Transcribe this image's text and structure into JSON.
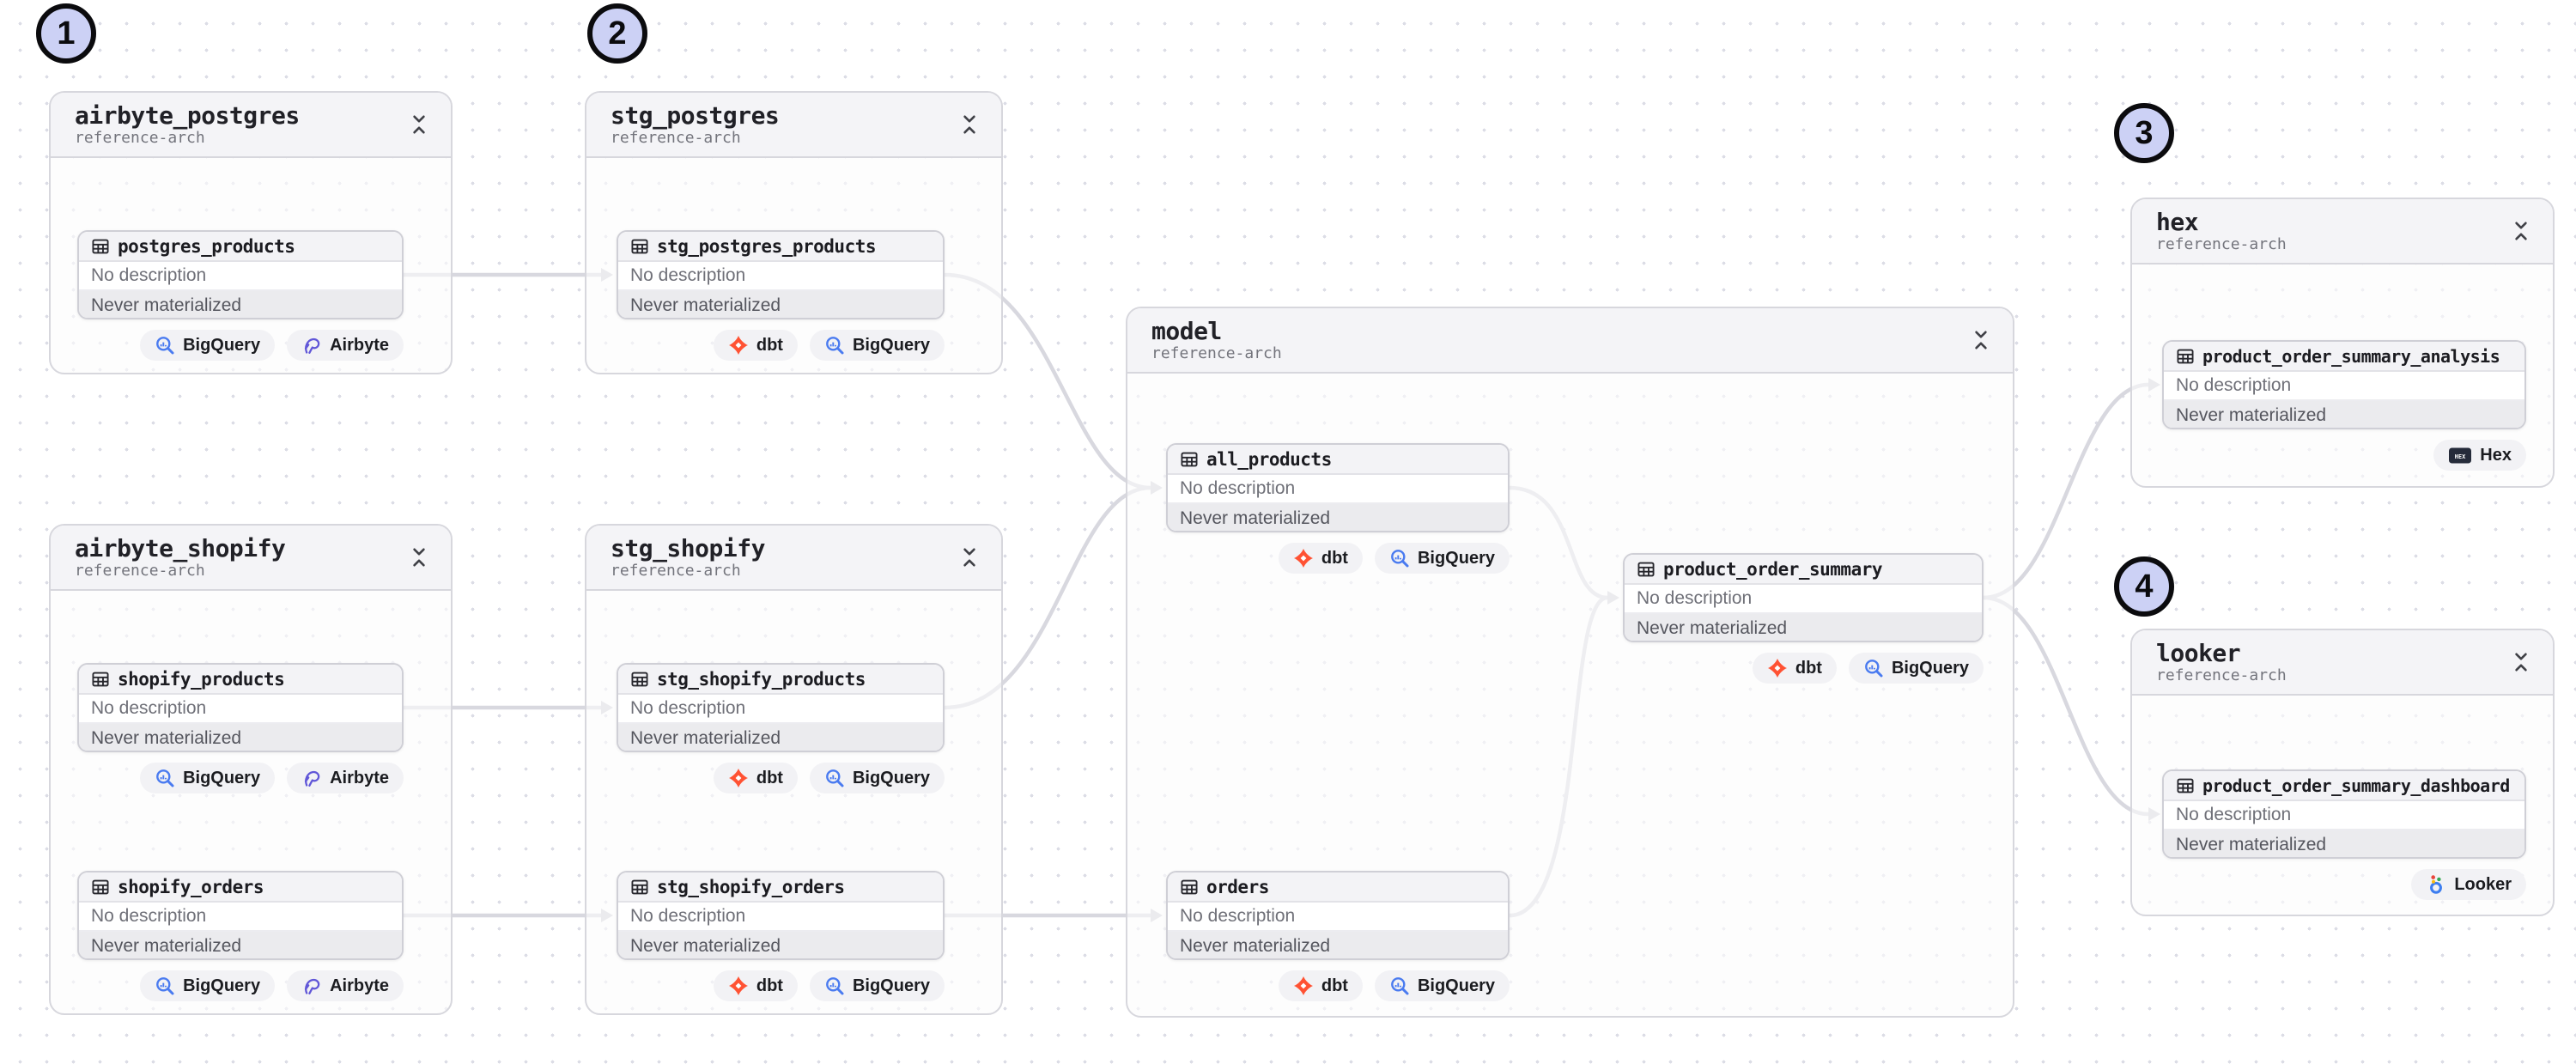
{
  "markers": [
    {
      "label": "1"
    },
    {
      "label": "2"
    },
    {
      "label": "3"
    },
    {
      "label": "4"
    }
  ],
  "groups": [
    {
      "title": "airbyte_postgres",
      "subtitle": "reference-arch",
      "assets": [
        {
          "name": "postgres_products",
          "description": "No description",
          "status": "Never materialized",
          "badges": [
            {
              "label": "BigQuery"
            },
            {
              "label": "Airbyte"
            }
          ]
        }
      ]
    },
    {
      "title": "stg_postgres",
      "subtitle": "reference-arch",
      "assets": [
        {
          "name": "stg_postgres_products",
          "description": "No description",
          "status": "Never materialized",
          "badges": [
            {
              "label": "dbt"
            },
            {
              "label": "BigQuery"
            }
          ]
        }
      ]
    },
    {
      "title": "airbyte_shopify",
      "subtitle": "reference-arch",
      "assets": [
        {
          "name": "shopify_products",
          "description": "No description",
          "status": "Never materialized",
          "badges": [
            {
              "label": "BigQuery"
            },
            {
              "label": "Airbyte"
            }
          ]
        },
        {
          "name": "shopify_orders",
          "description": "No description",
          "status": "Never materialized",
          "badges": [
            {
              "label": "BigQuery"
            },
            {
              "label": "Airbyte"
            }
          ]
        }
      ]
    },
    {
      "title": "stg_shopify",
      "subtitle": "reference-arch",
      "assets": [
        {
          "name": "stg_shopify_products",
          "description": "No description",
          "status": "Never materialized",
          "badges": [
            {
              "label": "dbt"
            },
            {
              "label": "BigQuery"
            }
          ]
        },
        {
          "name": "stg_shopify_orders",
          "description": "No description",
          "status": "Never materialized",
          "badges": [
            {
              "label": "dbt"
            },
            {
              "label": "BigQuery"
            }
          ]
        }
      ]
    },
    {
      "title": "model",
      "subtitle": "reference-arch",
      "assets": [
        {
          "name": "all_products",
          "description": "No description",
          "status": "Never materialized",
          "badges": [
            {
              "label": "dbt"
            },
            {
              "label": "BigQuery"
            }
          ]
        },
        {
          "name": "orders",
          "description": "No description",
          "status": "Never materialized",
          "badges": [
            {
              "label": "dbt"
            },
            {
              "label": "BigQuery"
            }
          ]
        },
        {
          "name": "product_order_summary",
          "description": "No description",
          "status": "Never materialized",
          "badges": [
            {
              "label": "dbt"
            },
            {
              "label": "BigQuery"
            }
          ]
        }
      ]
    },
    {
      "title": "hex",
      "subtitle": "reference-arch",
      "assets": [
        {
          "name": "product_order_summary_analysis",
          "description": "No description",
          "status": "Never materialized",
          "badges": [
            {
              "label": "Hex"
            }
          ]
        }
      ]
    },
    {
      "title": "looker",
      "subtitle": "reference-arch",
      "assets": [
        {
          "name": "product_order_summary_dashboard",
          "description": "No description",
          "status": "Never materialized",
          "badges": [
            {
              "label": "Looker"
            }
          ]
        }
      ]
    }
  ],
  "edges": [
    {
      "from": "postgres_products",
      "to": "stg_postgres_products"
    },
    {
      "from": "shopify_products",
      "to": "stg_shopify_products"
    },
    {
      "from": "shopify_orders",
      "to": "stg_shopify_orders"
    },
    {
      "from": "stg_postgres_products",
      "to": "all_products"
    },
    {
      "from": "stg_shopify_products",
      "to": "all_products"
    },
    {
      "from": "stg_shopify_orders",
      "to": "orders"
    },
    {
      "from": "all_products",
      "to": "product_order_summary"
    },
    {
      "from": "orders",
      "to": "product_order_summary"
    },
    {
      "from": "product_order_summary",
      "to": "product_order_summary_analysis"
    },
    {
      "from": "product_order_summary",
      "to": "product_order_summary_dashboard"
    }
  ],
  "colors": {
    "marker_fill": "#ccd1f5",
    "edge": "#d8d8df",
    "dbt_orange": "#ff5233",
    "bigquery_blue": "#4a7bf0",
    "airbyte_purple": "#6157d8",
    "hex_dark": "#252b3a",
    "looker_blue": "#3d7ef0",
    "group_header_bg": "#f4f4f7",
    "status_row_bg": "#ebebee"
  }
}
